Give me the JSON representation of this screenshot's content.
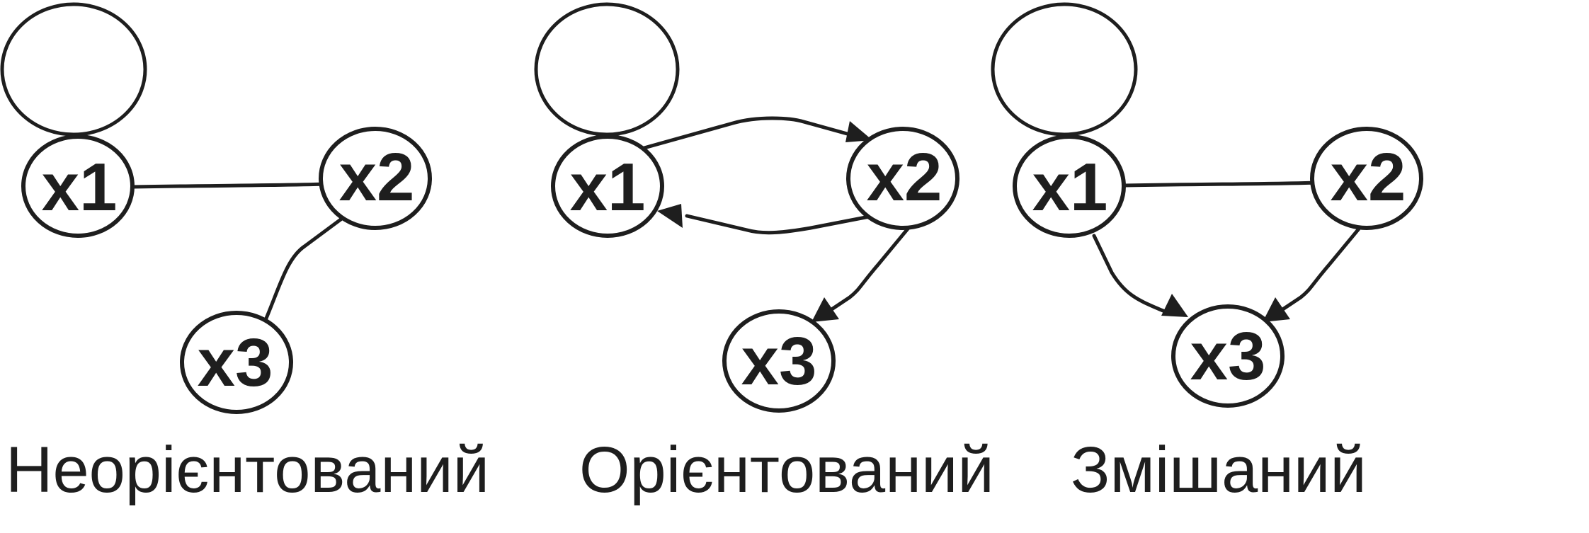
{
  "graphs": {
    "undirected": {
      "caption": "Неорієнтований",
      "nodes": {
        "x1": "x1",
        "x2": "x2",
        "x3": "x3"
      }
    },
    "directed": {
      "caption": "Орієнтований",
      "nodes": {
        "x1": "x1",
        "x2": "x2",
        "x3": "x3"
      }
    },
    "mixed": {
      "caption": "Змішаний",
      "nodes": {
        "x1": "x1",
        "x2": "x2",
        "x3": "x3"
      }
    }
  },
  "colors": {
    "stroke": "#1e1e1e",
    "background": "#ffffff"
  }
}
